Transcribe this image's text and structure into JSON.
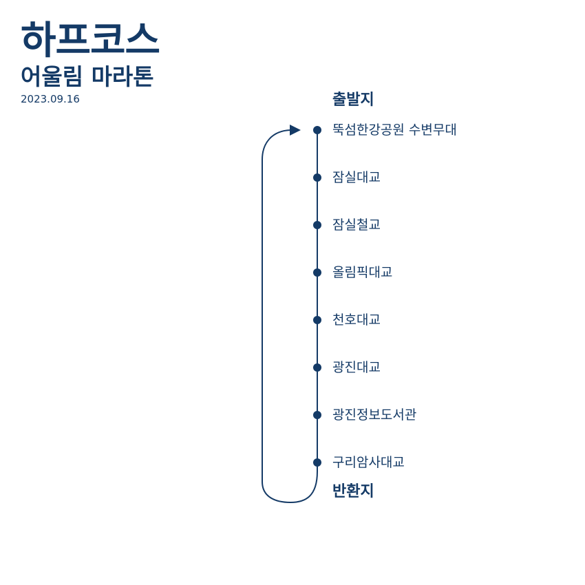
{
  "header": {
    "title": "하프코스",
    "subtitle": "어울림 마라톤",
    "date": "2023.09.16"
  },
  "route": {
    "start_label": "출발지",
    "end_label": "반환지",
    "stops": [
      {
        "label": "뚝섬한강공원 수변무대"
      },
      {
        "label": "잠실대교"
      },
      {
        "label": "잠실철교"
      },
      {
        "label": "올림픽대교"
      },
      {
        "label": "천호대교"
      },
      {
        "label": "광진대교"
      },
      {
        "label": "광진정보도서관"
      },
      {
        "label": "구리암사대교"
      }
    ]
  },
  "colors": {
    "primary": "#143a66",
    "background": "#ffffff"
  }
}
